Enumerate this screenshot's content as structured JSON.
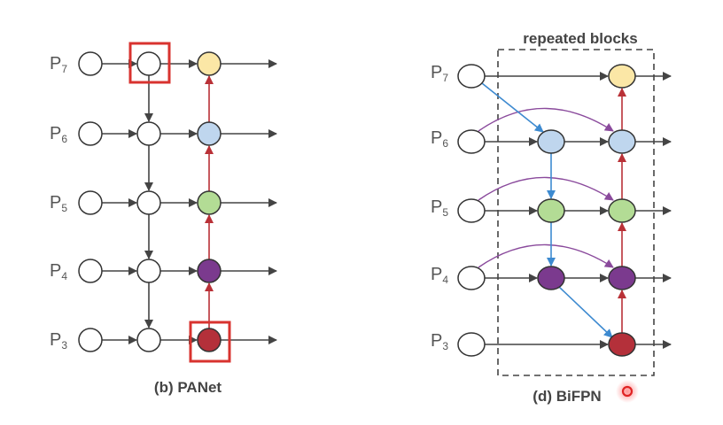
{
  "panet": {
    "caption": "(b) PANet",
    "levels": [
      {
        "p": "P",
        "n": "7"
      },
      {
        "p": "P",
        "n": "6"
      },
      {
        "p": "P",
        "n": "5"
      },
      {
        "p": "P",
        "n": "4"
      },
      {
        "p": "P",
        "n": "3"
      }
    ]
  },
  "bifpn": {
    "caption": "(d) BiFPN",
    "block_label": "repeated blocks",
    "levels": [
      {
        "p": "P",
        "n": "7"
      },
      {
        "p": "P",
        "n": "6"
      },
      {
        "p": "P",
        "n": "5"
      },
      {
        "p": "P",
        "n": "4"
      },
      {
        "p": "P",
        "n": "3"
      }
    ]
  },
  "colors": {
    "p7": "#fbe7a6",
    "p6": "#bfd6ee",
    "p5": "#b3dc95",
    "p4": "#7b3a8e",
    "p3": "#b4303a",
    "highlight": "#d8332f",
    "top_down": "#3d8ad0",
    "skip": "#8a4a9c",
    "bottom_up": "#b93137",
    "line": "#444444"
  },
  "cursor_icon": "red-dot-icon"
}
